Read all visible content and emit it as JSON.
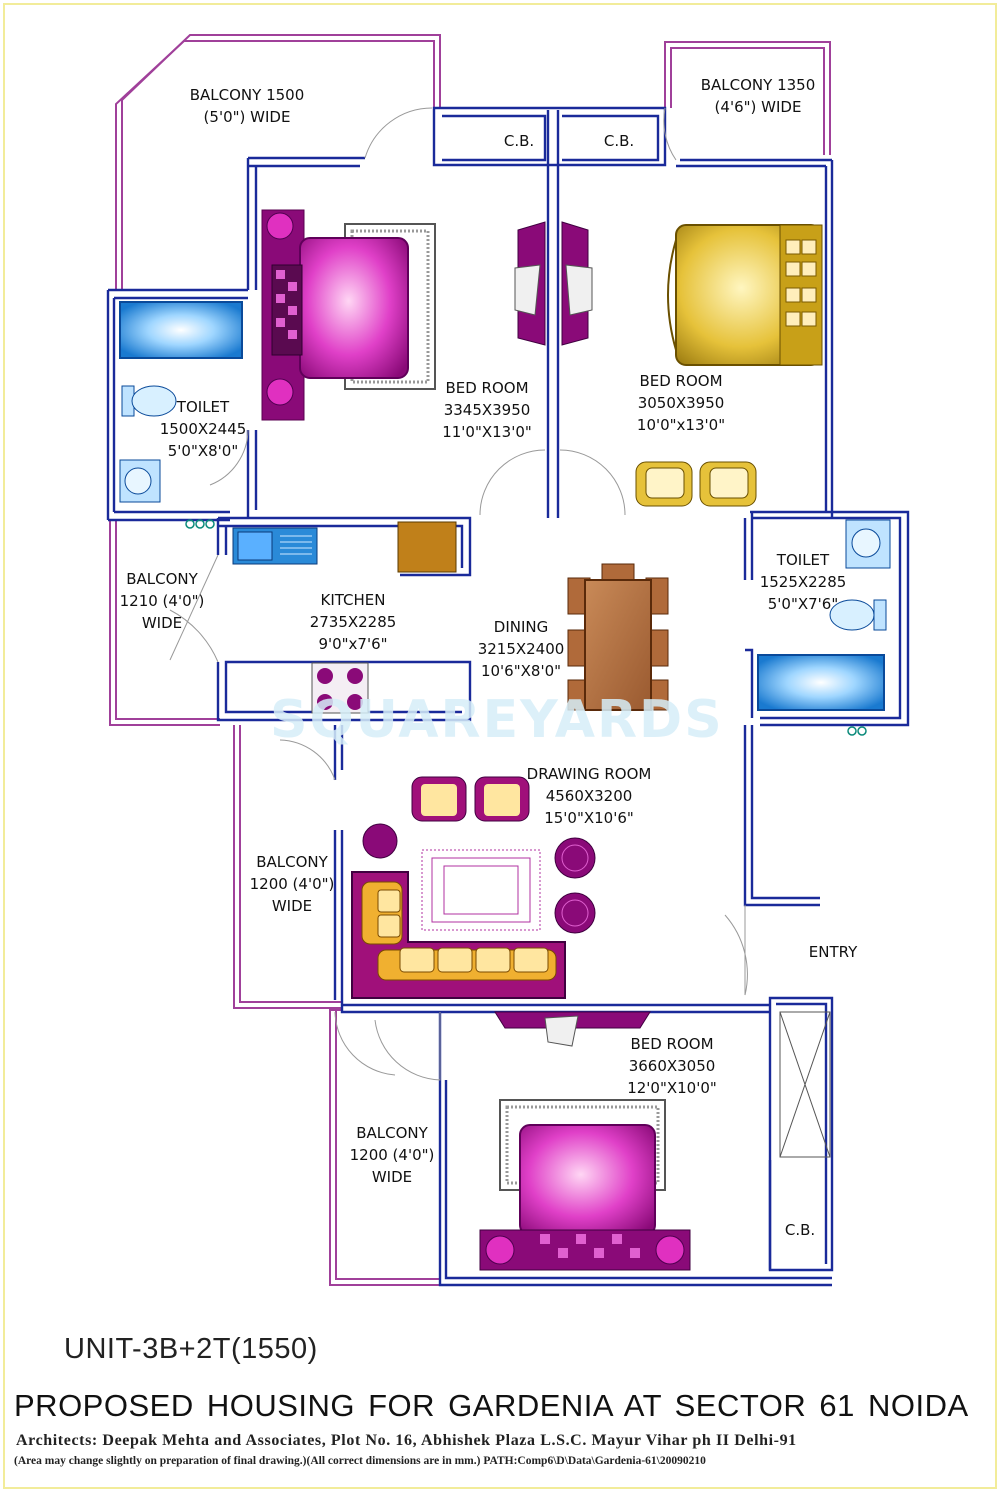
{
  "rooms": {
    "balcony_top_left": {
      "name": "BALCONY 1500",
      "width": "(5'0\") WIDE"
    },
    "balcony_top_right": {
      "name": "BALCONY 1350",
      "width": "(4'6\") WIDE"
    },
    "cb_left": "C.B.",
    "cb_right": "C.B.",
    "bedroom_1": {
      "name": "BED ROOM",
      "size_mm": "3345X3950",
      "size_ft": "11'0\"X13'0\""
    },
    "bedroom_2": {
      "name": "BED ROOM",
      "size_mm": "3050X3950",
      "size_ft": "10'0\"x13'0\""
    },
    "toilet_left": {
      "name": "TOILET",
      "size_mm": "1500X2445",
      "size_ft": "5'0\"X8'0\""
    },
    "toilet_right": {
      "name": "TOILET",
      "size_mm": "1525X2285",
      "size_ft": "5'0\"X7'6\""
    },
    "balcony_left_mid": {
      "name": "BALCONY",
      "size": "1210 (4'0\")",
      "width": "WIDE"
    },
    "kitchen": {
      "name": "KITCHEN",
      "size_mm": "2735X2285",
      "size_ft": "9'0\"x7'6\""
    },
    "dining": {
      "name": "DINING",
      "size_mm": "3215X2400",
      "size_ft": "10'6\"X8'0\""
    },
    "drawing_room": {
      "name": "DRAWING ROOM",
      "size_mm": "4560X3200",
      "size_ft": "15'0\"X10'6\""
    },
    "balcony_drawing": {
      "name": "BALCONY",
      "size": "1200 (4'0\")",
      "width": "WIDE"
    },
    "entry": "ENTRY",
    "bedroom_3": {
      "name": "BED ROOM",
      "size_mm": "3660X3050",
      "size_ft": "12'0\"X10'0\""
    },
    "balcony_bottom": {
      "name": "BALCONY",
      "size": "1200 (4'0\")",
      "width": "WIDE"
    },
    "cb_bottom": "C.B."
  },
  "watermark": "SQUAREYARDS",
  "unit_label": "UNIT-3B+2T(1550)",
  "project_title": "PROPOSED HOUSING FOR GARDENIA AT  SECTOR 61  NOIDA",
  "architects": "Architects: Deepak Mehta and Associates, Plot No. 16, Abhishek Plaza L.S.C. Mayur Vihar ph II Delhi-91",
  "note": "(Area may change slightly on preparation of final drawing.)(All correct dimensions are in mm.) PATH:Comp6\\D\\Data\\Gardenia-61\\20090210",
  "colors": {
    "wall": "#1a2a9a",
    "balcony_outline": "#a0409a",
    "furniture_magenta": "#b0108a",
    "furniture_gold": "#d8b020",
    "dining_table": "#b06a3a",
    "bath_blue": "#2a8ad8",
    "border_yellow": "#f5f0a0"
  },
  "icons": [
    "bed-icon",
    "bathtub-icon",
    "wc-icon",
    "washbasin-icon",
    "sink-icon",
    "hob-icon",
    "sofa-icon",
    "dining-table-icon",
    "armchair-icon",
    "door-swing-icon"
  ]
}
